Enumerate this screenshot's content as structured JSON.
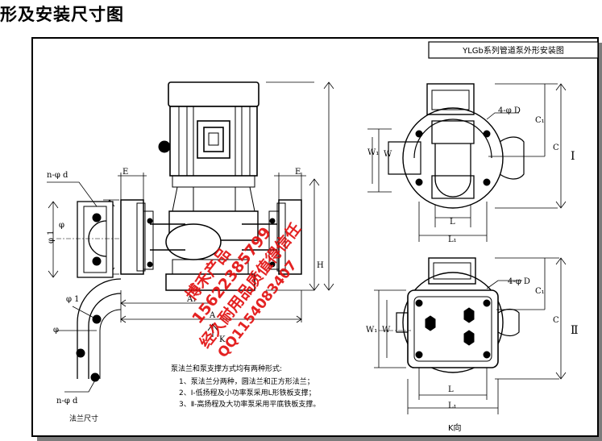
{
  "heading": "形及安装尺寸图",
  "title_box": "YLGb系列管道泵外形安装图",
  "labels": {
    "n_phi_d": "n-φ d",
    "E": "E",
    "phi": "φ",
    "phi1": "φ 1",
    "A1": "A₁",
    "A": "A",
    "K": "K",
    "H": "H",
    "four_phi_D": "4-φ D",
    "C1": "C₁",
    "C": "C",
    "W": "W",
    "W1": "W₁",
    "L": "L",
    "L1": "L₁",
    "roman1": "Ⅰ",
    "roman2": "Ⅱ",
    "flange_caption": "法兰尺寸",
    "k_view": "K向"
  },
  "notes": {
    "title": "泵法兰和泵支撑方式均有两种形式:",
    "items": [
      "1、泵法兰分两种，圆法兰和正方形法兰；",
      "2、Ⅰ-低扬程及小功率泵采用L形铁板支撑；",
      "3、Ⅱ-高扬程及大功率泵采用平底铁板支撑。"
    ]
  },
  "watermark": {
    "lines": [
      "博禾产品",
      "15622385799",
      "经久耐用品质值得信任",
      "QQ1154083407"
    ],
    "color": "#e21010"
  }
}
